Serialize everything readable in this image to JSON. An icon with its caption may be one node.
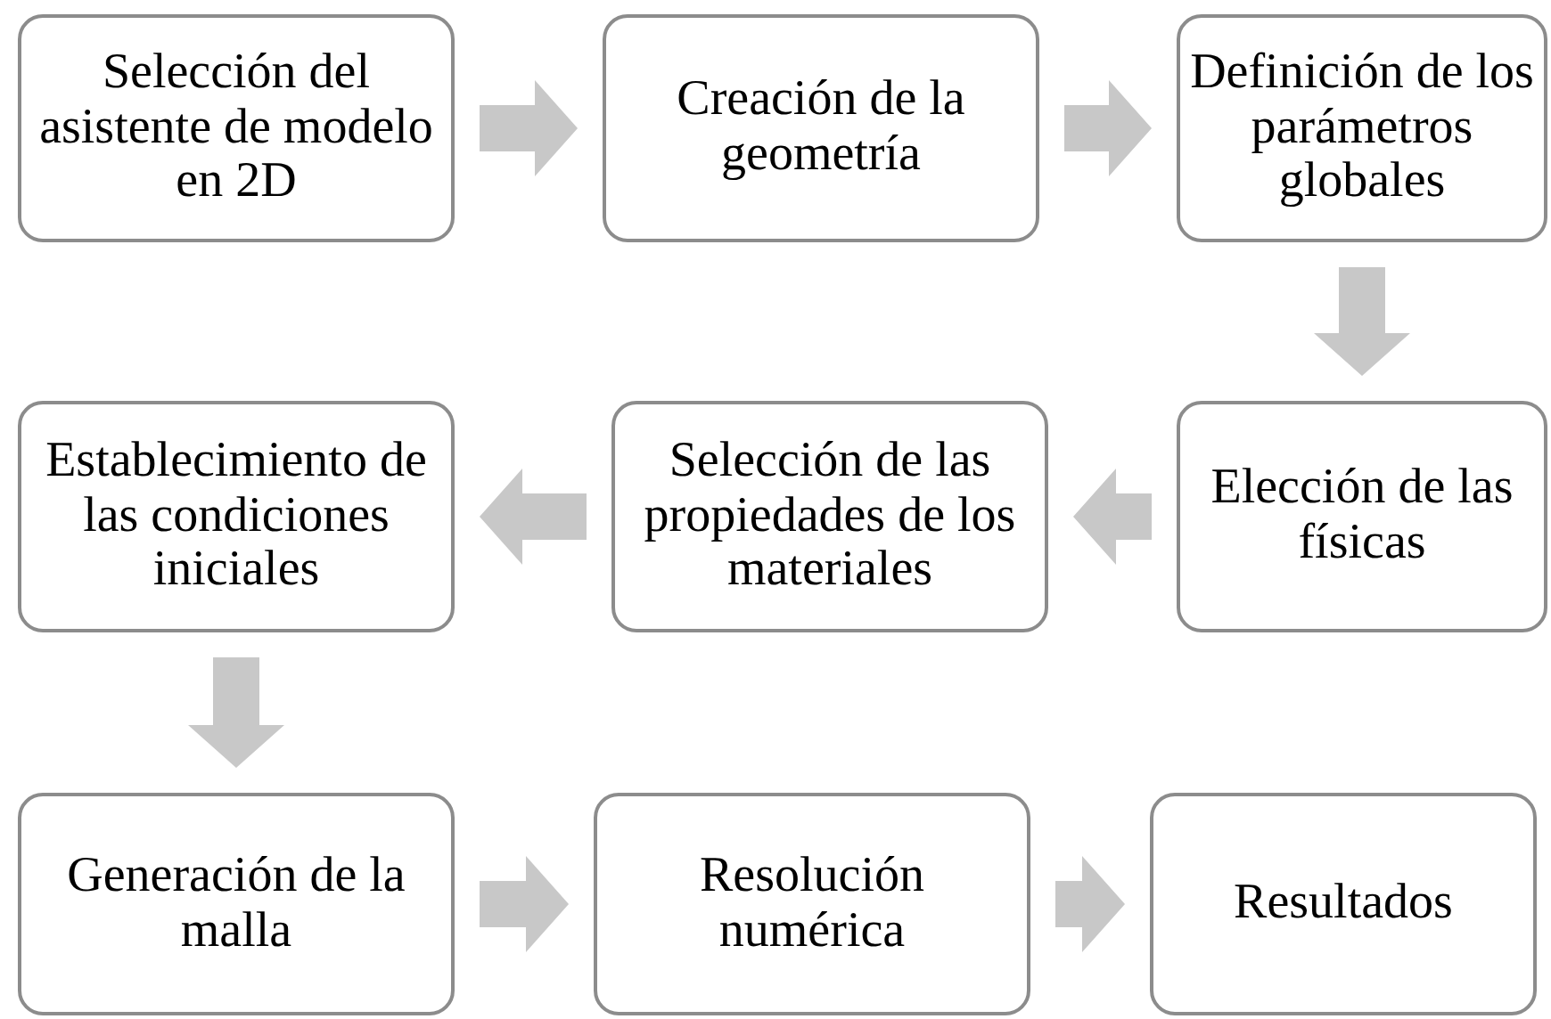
{
  "diagram": {
    "nodes": [
      {
        "text": [
          "Selección del asistente de modelo en 2D"
        ]
      },
      {
        "text": [
          "Creación de la geometría"
        ]
      },
      {
        "text": [
          "Definición de los parámetros globales"
        ]
      },
      {
        "text": [
          "Elección de las físicas"
        ]
      },
      {
        "text": [
          "Selección de las propiedades de los materiales"
        ]
      },
      {
        "text": [
          "Establecimiento de las condiciones iniciales"
        ]
      },
      {
        "text": [
          "Generación de la malla"
        ]
      },
      {
        "text": [
          "Resolución numérica"
        ]
      },
      {
        "text": [
          "Resultados"
        ]
      }
    ],
    "edges": [
      {
        "from": 0,
        "to": 1,
        "arrow": "to"
      },
      {
        "from": 1,
        "to": 2,
        "arrow": "to"
      },
      {
        "from": 2,
        "to": 3,
        "arrow": "to"
      },
      {
        "from": 3,
        "to": 4,
        "arrow": "to"
      },
      {
        "from": 4,
        "to": 5,
        "arrow": "to"
      },
      {
        "from": 5,
        "to": 6,
        "arrow": "to"
      },
      {
        "from": 6,
        "to": 7,
        "arrow": "to"
      },
      {
        "from": 7,
        "to": 8,
        "arrow": "to"
      }
    ]
  }
}
